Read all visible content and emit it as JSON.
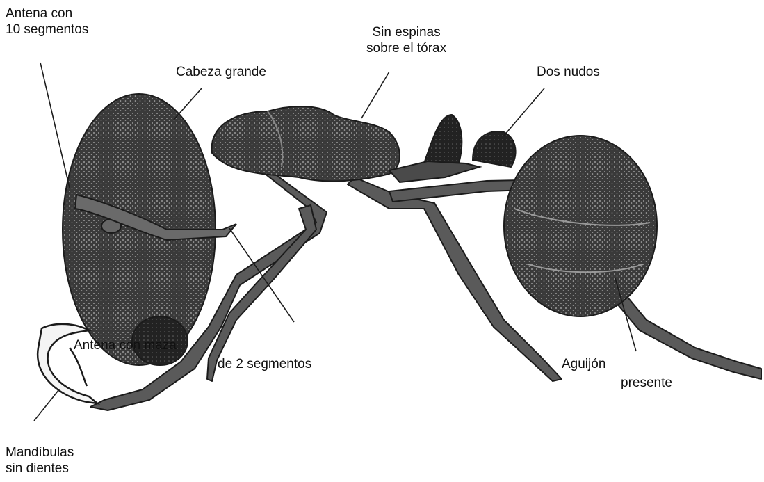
{
  "labels": {
    "antenna": {
      "line1": "Antena con",
      "line2": "10 segmentos"
    },
    "head": "Cabeza grande",
    "thorax": {
      "line1": "Sin espinas",
      "line2": "sobre el tórax"
    },
    "nodes": "Dos nudos",
    "club": {
      "line1": "Antena con maza",
      "line2": "de 2 segmentos"
    },
    "sting": {
      "line1": "Aguijón",
      "line2": "presente"
    },
    "mandibles": {
      "line1": "Mandíbulas",
      "line2": "sin dientes"
    }
  },
  "colors": {
    "ink": "#1b1b1b",
    "paper": "#ffffff"
  }
}
